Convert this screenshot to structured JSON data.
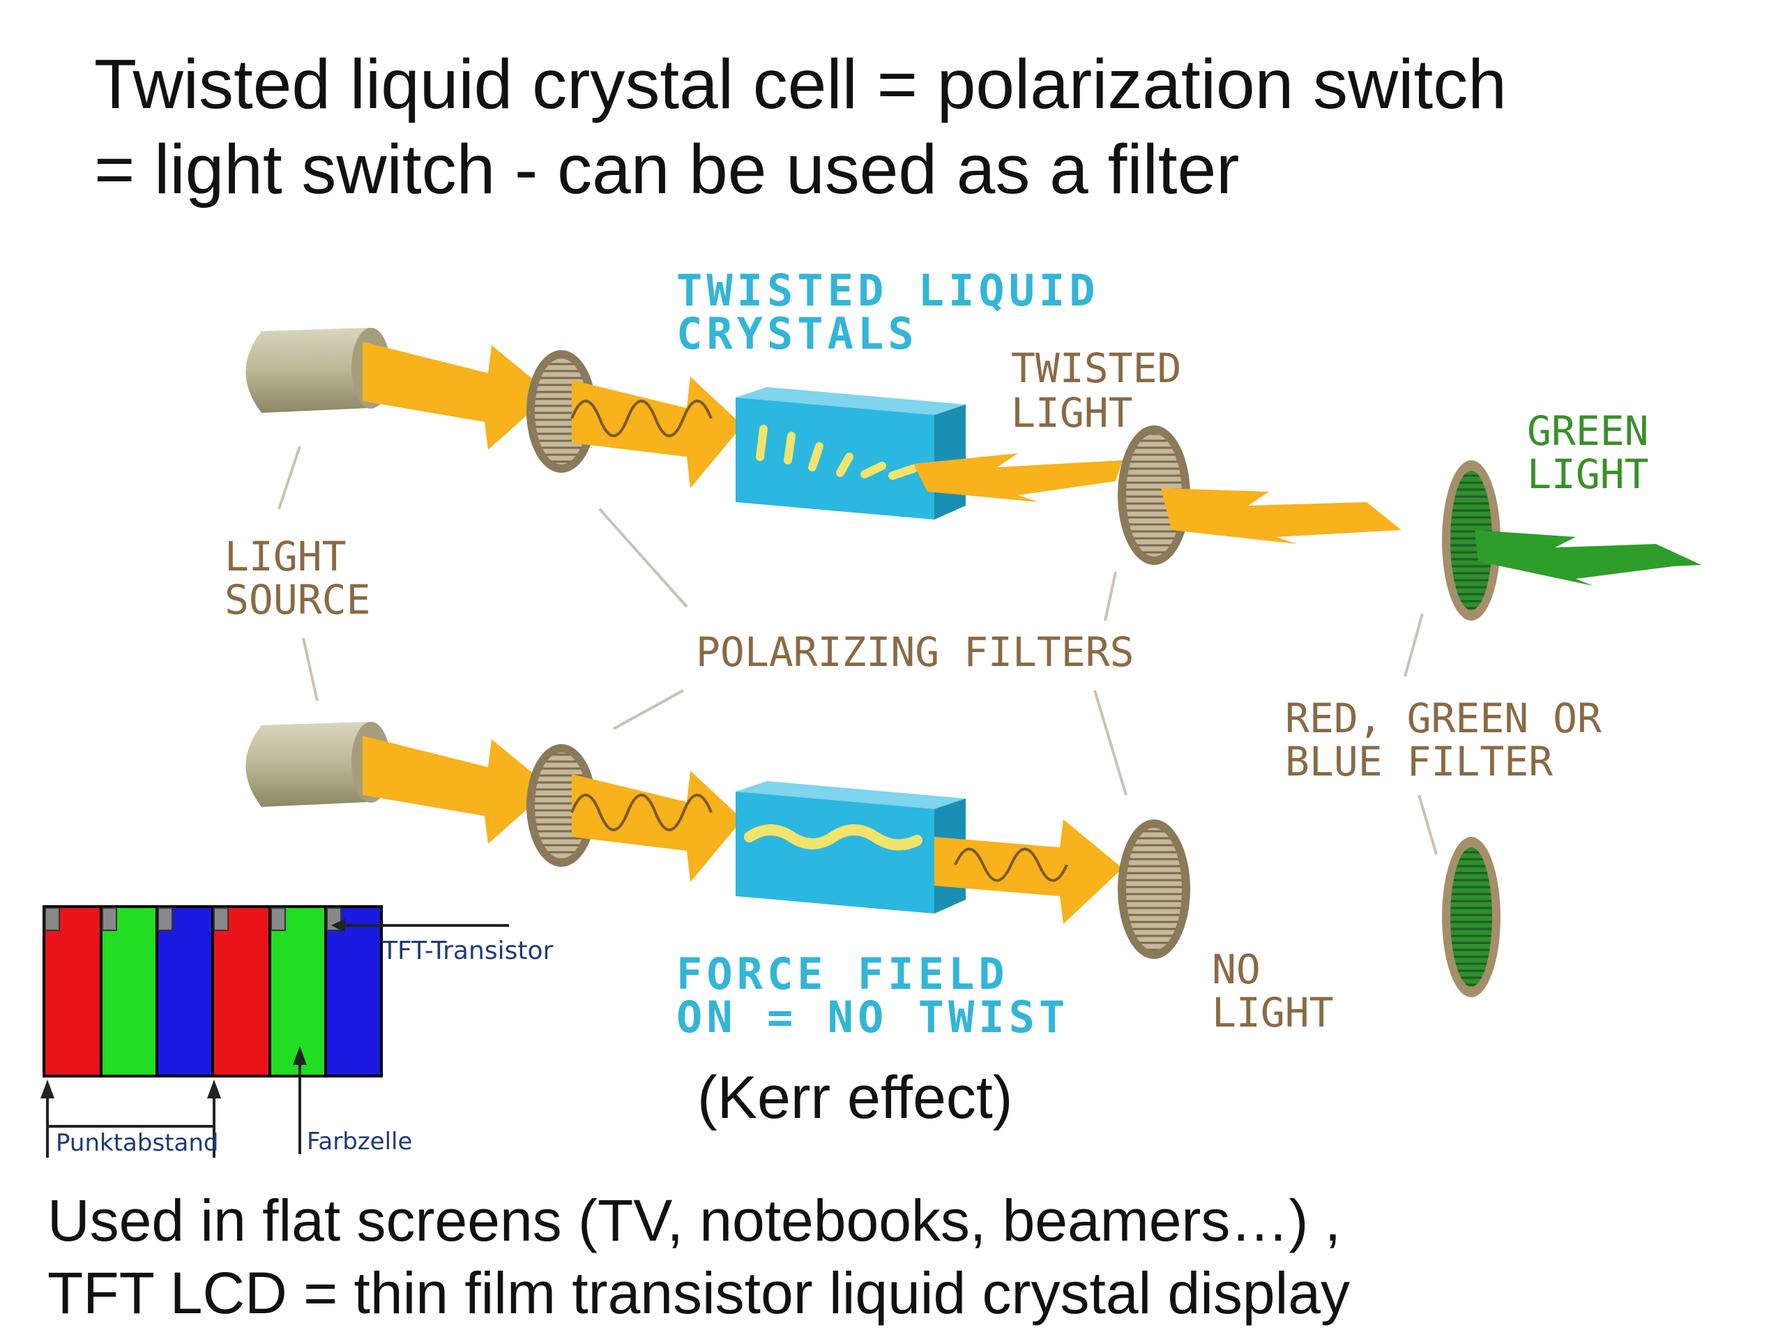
{
  "title": {
    "line1": "Twisted liquid crystal cell = polarization switch",
    "line2": "= light switch - can be used as a filter"
  },
  "diagram": {
    "label_twisted_lc_1": "TWISTED LIQUID",
    "label_twisted_lc_2": "CRYSTALS",
    "label_twisted_light_1": "TWISTED",
    "label_twisted_light_2": "LIGHT",
    "label_green_light_1": "GREEN",
    "label_green_light_2": "LIGHT",
    "label_light_source_1": "LIGHT",
    "label_light_source_2": "SOURCE",
    "label_polarizing_filters": "POLARIZING FILTERS",
    "label_rgb_filter_1": "RED, GREEN OR",
    "label_rgb_filter_2": "BLUE FILTER",
    "label_force_field_1": "FORCE FIELD",
    "label_force_field_2": "ON = NO TWIST",
    "label_no_light_1": "NO",
    "label_no_light_2": "LIGHT",
    "kerr": "(Kerr effect)"
  },
  "tft_inset": {
    "label_transistor": "TFT-Transistor",
    "label_pitch": "Punktabstand",
    "label_cell": "Farbzelle"
  },
  "footer": {
    "line1": "Used in flat screens (TV, notebooks, beamers…) ,",
    "line2": "TFT LCD = thin film transistor liquid crystal display"
  },
  "colors": {
    "cyan_label": "#33b5d8",
    "brown_label": "#8a6a44",
    "green_label": "#3a8f2a",
    "beam": "#f7b21c",
    "crystal": "#2bb7e0",
    "green_beam": "#2e9e2a"
  }
}
